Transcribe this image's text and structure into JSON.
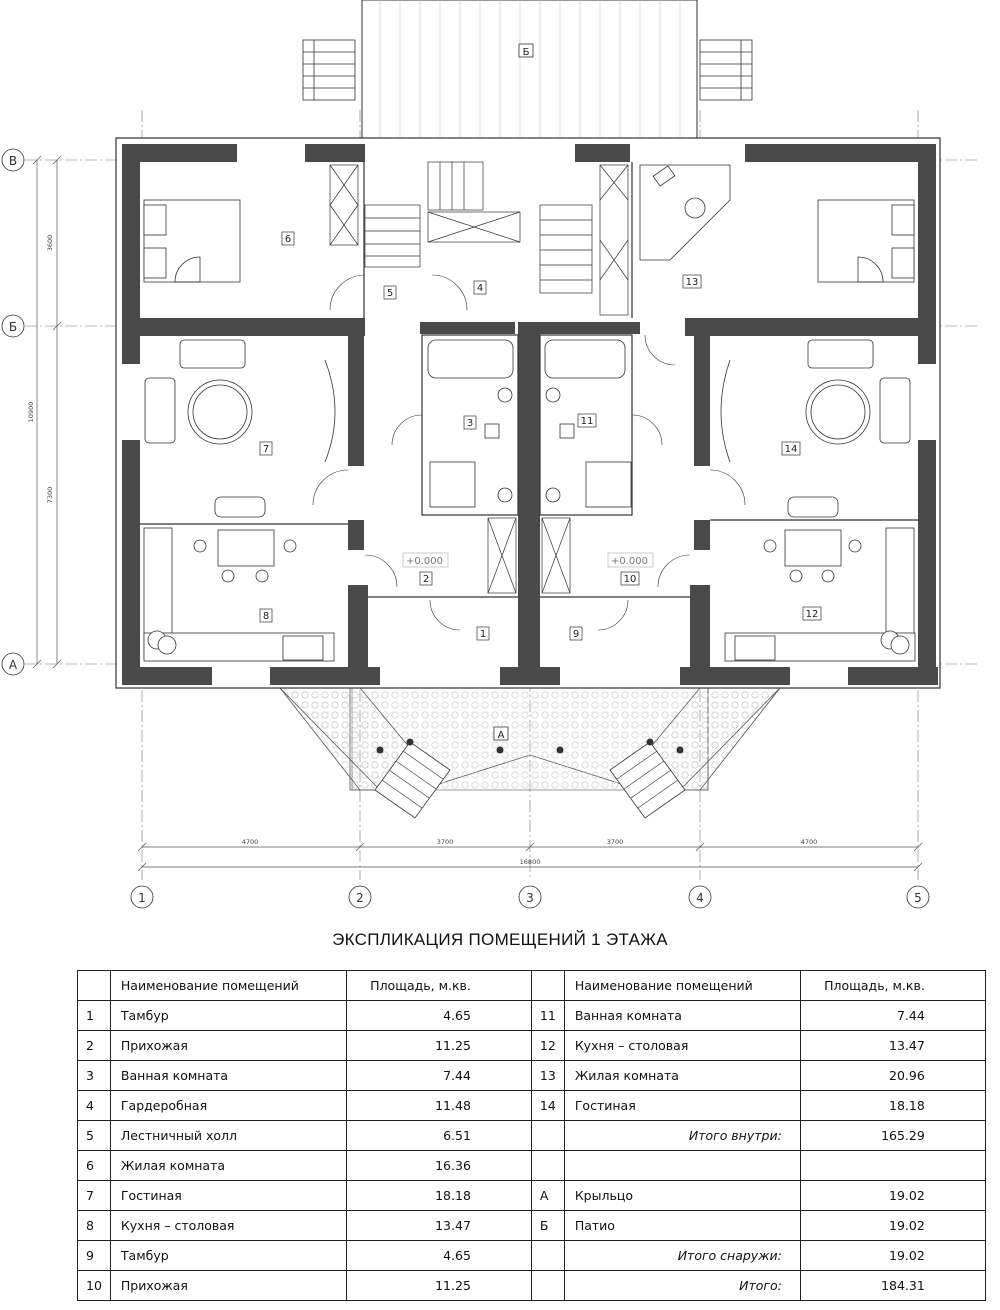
{
  "axes": {
    "columns": [
      "1",
      "2",
      "3",
      "4",
      "5"
    ],
    "rows": [
      "А",
      "Б",
      "В"
    ]
  },
  "dimensions": {
    "bottom": [
      "4700",
      "3700",
      "3700",
      "4700"
    ],
    "total_width": "16800",
    "left": [
      "3600",
      "7300"
    ],
    "total_depth": "10900"
  },
  "levels": [
    "+0.000",
    "+0.000"
  ],
  "rooms": [
    "1",
    "2",
    "3",
    "4",
    "5",
    "6",
    "7",
    "8",
    "9",
    "10",
    "11",
    "12",
    "13",
    "14"
  ],
  "outdoor": [
    "А",
    "Б"
  ],
  "title": "ЭКСПЛИКАЦИЯ ПОМЕЩЕНИЙ 1 ЭТАЖА",
  "table": {
    "header_name": "Наименование помещений",
    "header_area": "Площадь, м.кв.",
    "left": [
      {
        "no": "1",
        "name": "Тамбур",
        "area": "4.65"
      },
      {
        "no": "2",
        "name": "Прихожая",
        "area": "11.25"
      },
      {
        "no": "3",
        "name": "Ванная комната",
        "area": "7.44"
      },
      {
        "no": "4",
        "name": "Гардеробная",
        "area": "11.48"
      },
      {
        "no": "5",
        "name": "Лестничный холл",
        "area": "6.51"
      },
      {
        "no": "6",
        "name": "Жилая комната",
        "area": "16.36"
      },
      {
        "no": "7",
        "name": "Гостиная",
        "area": "18.18"
      },
      {
        "no": "8",
        "name": "Кухня – столовая",
        "area": "13.47"
      },
      {
        "no": "9",
        "name": "Тамбур",
        "area": "4.65"
      },
      {
        "no": "10",
        "name": "Прихожая",
        "area": "11.25"
      }
    ],
    "right": [
      {
        "no": "11",
        "name": "Ванная комната",
        "area": "7.44"
      },
      {
        "no": "12",
        "name": "Кухня – столовая",
        "area": "13.47"
      },
      {
        "no": "13",
        "name": "Жилая комната",
        "area": "20.96"
      },
      {
        "no": "14",
        "name": "Гостиная",
        "area": "18.18"
      },
      {
        "no": "",
        "name": "",
        "area": ""
      },
      {
        "no": "",
        "name": "",
        "area": ""
      },
      {
        "no": "А",
        "name": "Крыльцо",
        "area": "19.02"
      },
      {
        "no": "Б",
        "name": "Патио",
        "area": "19.02"
      },
      {
        "no": "",
        "name": "",
        "area": ""
      },
      {
        "no": "",
        "name": "",
        "area": ""
      }
    ],
    "total_inside_label": "Итого внутри:",
    "total_inside": "165.29",
    "total_outside_label": "Итого снаружи:",
    "total_outside": "19.02",
    "total_label": "Итого:",
    "total": "184.31"
  }
}
